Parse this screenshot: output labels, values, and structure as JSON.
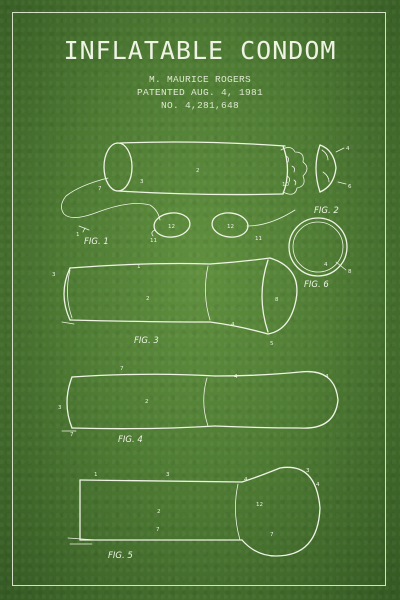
{
  "poster": {
    "title": "INFLATABLE CONDOM",
    "inventor": "M. MAURICE ROGERS",
    "patented": "PATENTED AUG. 4, 1981",
    "number": "NO. 4,281,648",
    "background_color": "#4f7c35",
    "line_color": "#eef3e4"
  },
  "figures": {
    "fig1": {
      "label": "FIG. 1",
      "refs": {
        "r1": "7",
        "r2": "2",
        "r3": "3",
        "r4": "1",
        "r5": "10",
        "r6": "12",
        "r7": "12",
        "r8": "11",
        "r9": "11"
      }
    },
    "fig2": {
      "label": "FIG. 2",
      "refs": {
        "r1": "4",
        "r2": "6"
      }
    },
    "fig3": {
      "label": "FIG. 3",
      "refs": {
        "r1": "1",
        "r2": "2",
        "r3": "8",
        "r4": "3",
        "r5": "4",
        "r6": "5"
      }
    },
    "fig4": {
      "label": "FIG. 4",
      "refs": {
        "r1": "7",
        "r2": "2",
        "r3": "3",
        "r4": "4",
        "r5": "7",
        "r6": "4"
      }
    },
    "fig5": {
      "label": "FIG. 5",
      "refs": {
        "r1": "1",
        "r2": "2",
        "r3": "7",
        "r4": "3",
        "r5": "12",
        "r6": "4",
        "r7": "7",
        "r8": "3",
        "r9": "4"
      }
    },
    "fig6": {
      "label": "FIG. 6",
      "refs": {
        "r1": "4",
        "r2": "8"
      }
    }
  }
}
